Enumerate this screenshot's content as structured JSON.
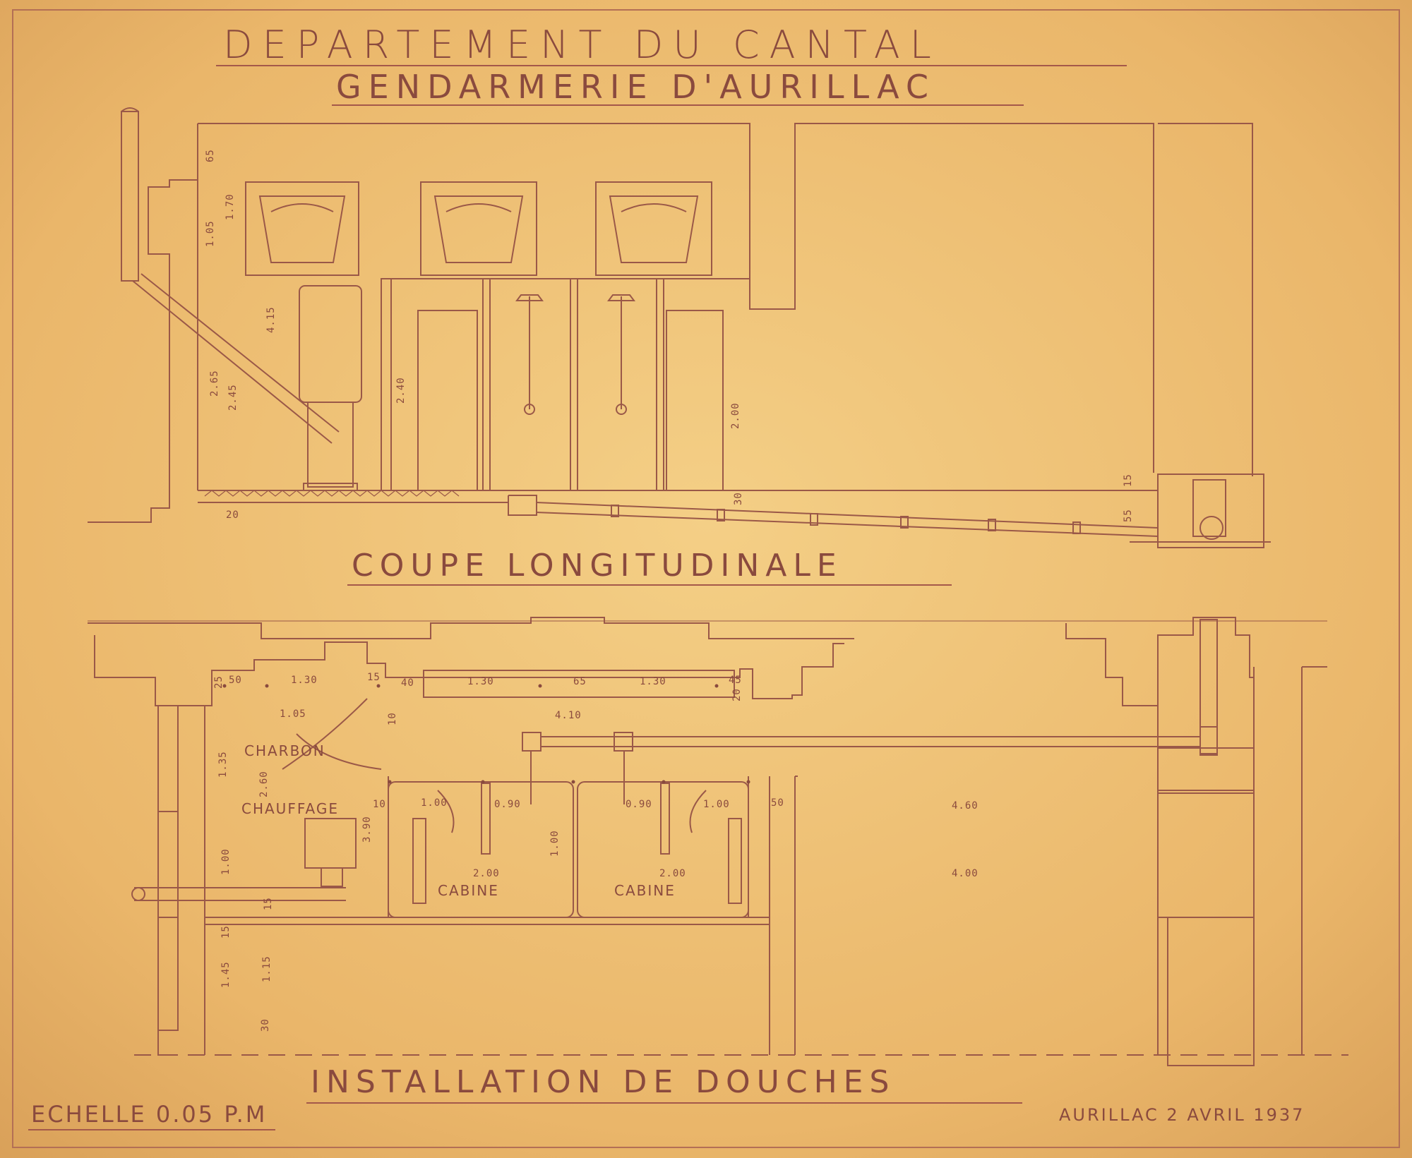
{
  "header": {
    "title": "DEPARTEMENT DU CANTAL",
    "subtitle": "GENDARMERIE D'AURILLAC"
  },
  "section_labels": {
    "section": "COUPE LONGITUDINALE",
    "plan": "INSTALLATION DE DOUCHES"
  },
  "footer": {
    "scale": "ECHELLE 0.05 P.M",
    "place_date": "AURILLAC 2 AVRIL 1937"
  },
  "rooms": {
    "charbon": "CHARBON",
    "chauffage": "CHAUFFAGE",
    "cabine_left": "CABINE",
    "cabine_right": "CABINE"
  },
  "section_dims": {
    "d65": "65",
    "d170": "1.70",
    "d105": "1.05",
    "d415": "4.15",
    "d265": "2.65",
    "d245": "2.45",
    "d240": "2.40",
    "d200": "2.00",
    "d20": "20",
    "d15": "15",
    "d55": "55",
    "d30": "30"
  },
  "plan_dims": {
    "p25": "25",
    "p50": "50",
    "p130a": "1.30",
    "p15": "15",
    "p40": "40",
    "p130b": "1.30",
    "p65": "65",
    "p130c": "1.30",
    "p45": "45",
    "p20": "20",
    "p105": "1.05",
    "p10a": "10",
    "p410": "4.10",
    "p135": "1.35",
    "p260": "2.60",
    "p10b": "10",
    "p100a": "1.00",
    "p090a": "0.90",
    "p090b": "0.90",
    "p100b": "1.00",
    "p50b": "50",
    "p460": "4.60",
    "p390": "3.90",
    "p100c": "1.00",
    "p100d": "1.00",
    "p200a": "2.00",
    "p200b": "2.00",
    "p400": "4.00",
    "p15b": "15",
    "p15c": "15",
    "p145": "1.45",
    "p115": "1.15",
    "p30": "30"
  },
  "colors": {
    "paper": "#e9b86a",
    "ink": "#8a4a3e"
  }
}
